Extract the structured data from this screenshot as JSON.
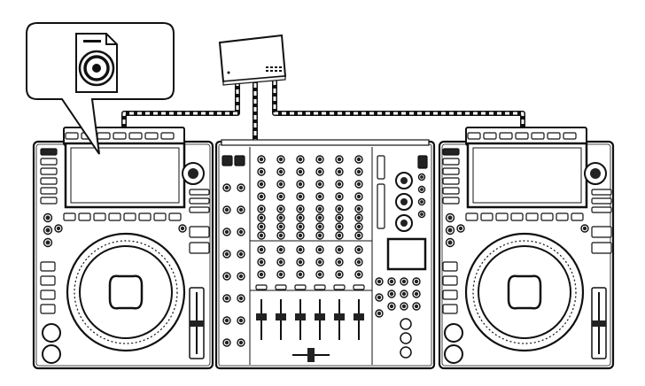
{
  "diagram": {
    "colors": {
      "line": "#111111",
      "fill": "#ffffff",
      "dark": "#222222",
      "panel": "#f4f4f4"
    },
    "icons": [
      "audio-file-icon",
      "network-hub-icon"
    ],
    "left_player": {
      "kind": "dj-multi-player"
    },
    "right_player": {
      "kind": "dj-multi-player"
    },
    "mixer": {
      "channels": 6
    },
    "hub": {
      "kind": "network-hub"
    },
    "callout": {
      "kind": "magnified-screen",
      "icon": "audio-file-icon"
    }
  }
}
